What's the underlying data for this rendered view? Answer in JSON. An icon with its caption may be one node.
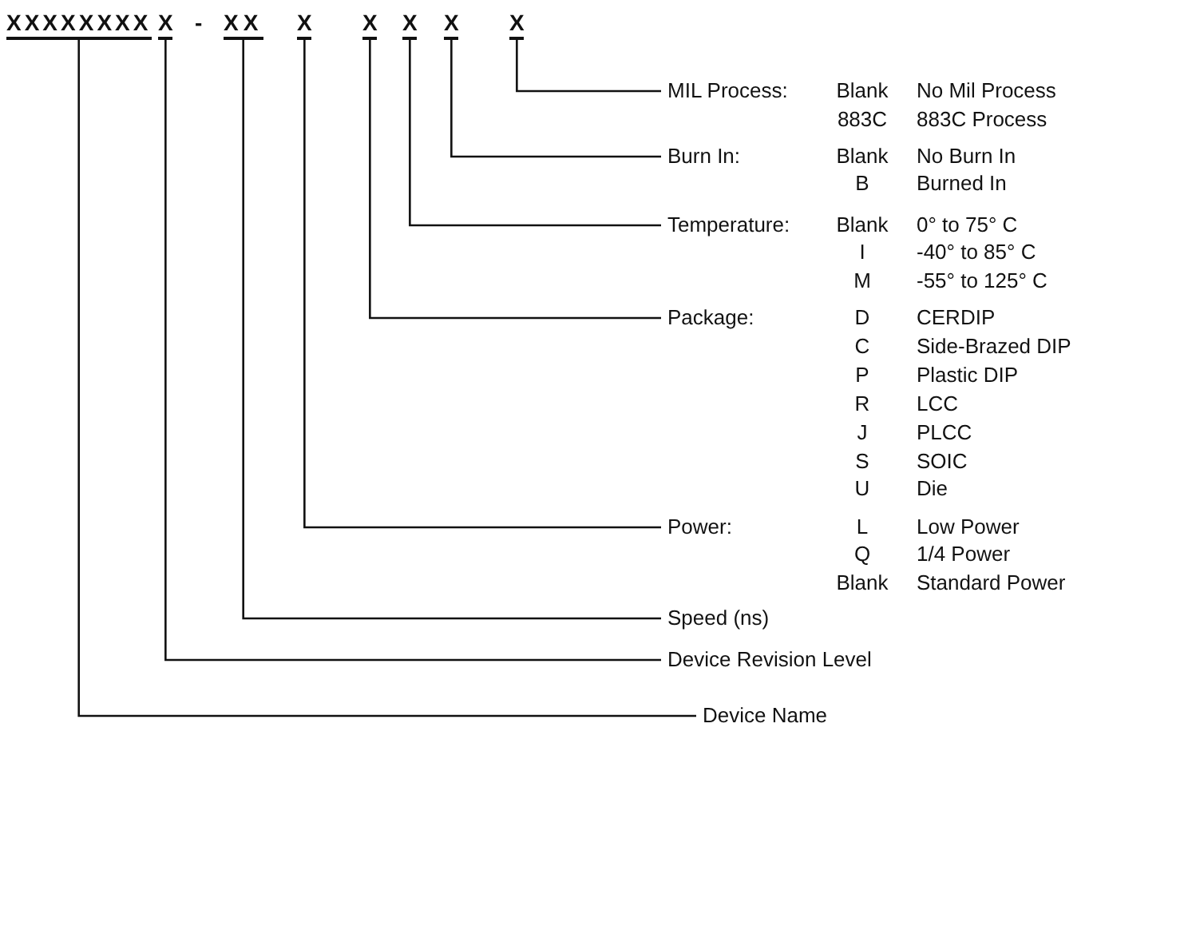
{
  "diagram": {
    "nodes": [
      {
        "text": [
          "XXXXXXXX"
        ]
      },
      {
        "text": [
          "X"
        ]
      },
      {
        "text": [
          "XX"
        ]
      },
      {
        "text": [
          "X"
        ]
      },
      {
        "text": [
          "X"
        ]
      },
      {
        "text": [
          "X"
        ]
      },
      {
        "text": [
          "X"
        ]
      },
      {
        "text": [
          "X"
        ]
      },
      {
        "text": [
          "MIL Process:"
        ]
      },
      {
        "text": [
          "Burn In:"
        ]
      },
      {
        "text": [
          "Temperature:"
        ]
      },
      {
        "text": [
          "Package:"
        ]
      },
      {
        "text": [
          "Power:"
        ]
      },
      {
        "text": [
          "Speed (ns)"
        ]
      },
      {
        "text": [
          "Device Revision Level"
        ]
      },
      {
        "text": [
          "Device Name"
        ]
      }
    ],
    "edges": [
      {
        "from": 7,
        "to": 8,
        "arrow": "none"
      },
      {
        "from": 6,
        "to": 9,
        "arrow": "none"
      },
      {
        "from": 5,
        "to": 10,
        "arrow": "none"
      },
      {
        "from": 4,
        "to": 11,
        "arrow": "none"
      },
      {
        "from": 3,
        "to": 12,
        "arrow": "none"
      },
      {
        "from": 2,
        "to": 13,
        "arrow": "none"
      },
      {
        "from": 1,
        "to": 14,
        "arrow": "none"
      },
      {
        "from": 0,
        "to": 15,
        "arrow": "none"
      }
    ],
    "labels": [
      "-",
      "Blank",
      "No Mil Process",
      "883C",
      "883C Process",
      "Blank",
      "No Burn In",
      "B",
      "Burned In",
      "Blank",
      "0° to 75° C",
      "I",
      "-40° to 85° C",
      "M",
      "-55° to 125° C",
      "D",
      "CERDIP",
      "C",
      "Side-Brazed DIP",
      "P",
      "Plastic DIP",
      "R",
      "LCC",
      "J",
      "PLCC",
      "S",
      "SOIC",
      "U",
      "Die",
      "L",
      "Low Power",
      "Q",
      "1/4 Power",
      "Blank",
      "Standard Power"
    ]
  }
}
